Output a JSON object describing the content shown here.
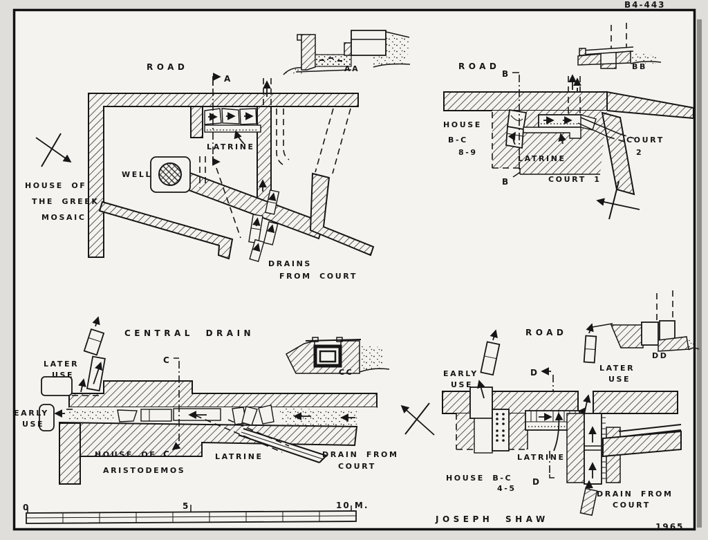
{
  "page": {
    "drawing_number": "B4-443",
    "author": "JOSEPH SHAW",
    "year": "1965",
    "ink_color": "#161616",
    "paper_color": "#f4f3ef"
  },
  "scale_bar": {
    "start": "0",
    "middle": "5",
    "end": "10 M."
  },
  "plan_greek_mosaic": {
    "road": "ROAD",
    "section_marker": "A",
    "section_label": "AA",
    "latrine": "LATRINE",
    "well": "WELL",
    "house_line1": "HOUSE OF",
    "house_line2": "THE GREEK",
    "house_line3": "MOSAIC",
    "drains_line1": "DRAINS",
    "drains_line2": "FROM COURT"
  },
  "plan_house_bc_89": {
    "road": "ROAD",
    "section_marker_top": "B",
    "section_marker_bottom": "B",
    "section_label": "BB",
    "house_line1": "HOUSE",
    "house_line2": "B-C",
    "house_line3": "8-9",
    "latrine": "LATRINE",
    "court_1": "COURT 1",
    "court_2_line1": "COURT",
    "court_2_line2": "2"
  },
  "plan_aristodemos": {
    "title": "CENTRAL DRAIN",
    "later_use_line1": "LATER",
    "later_use_line2": "USE",
    "early_use_line1": "EARLY",
    "early_use_line2": "USE",
    "section_marker_top": "C",
    "section_marker_bottom": "C",
    "section_label": "CC",
    "house_line1": "HOUSE OF",
    "house_line2": "ARISTODEMOS",
    "latrine": "LATRINE",
    "drain_line1": "DRAIN FROM",
    "drain_line2": "COURT"
  },
  "plan_house_bc_45": {
    "road": "ROAD",
    "section_marker_top": "D",
    "section_marker_bottom": "D",
    "section_label": "DD",
    "early_use_line1": "EARLY",
    "early_use_line2": "USE",
    "later_use_line1": "LATER",
    "later_use_line2": "USE",
    "latrine": "LATRINE",
    "house_line1": "HOUSE B-C",
    "house_line2": "4-5",
    "drain_line1": "DRAIN FROM",
    "drain_line2": "COURT"
  }
}
